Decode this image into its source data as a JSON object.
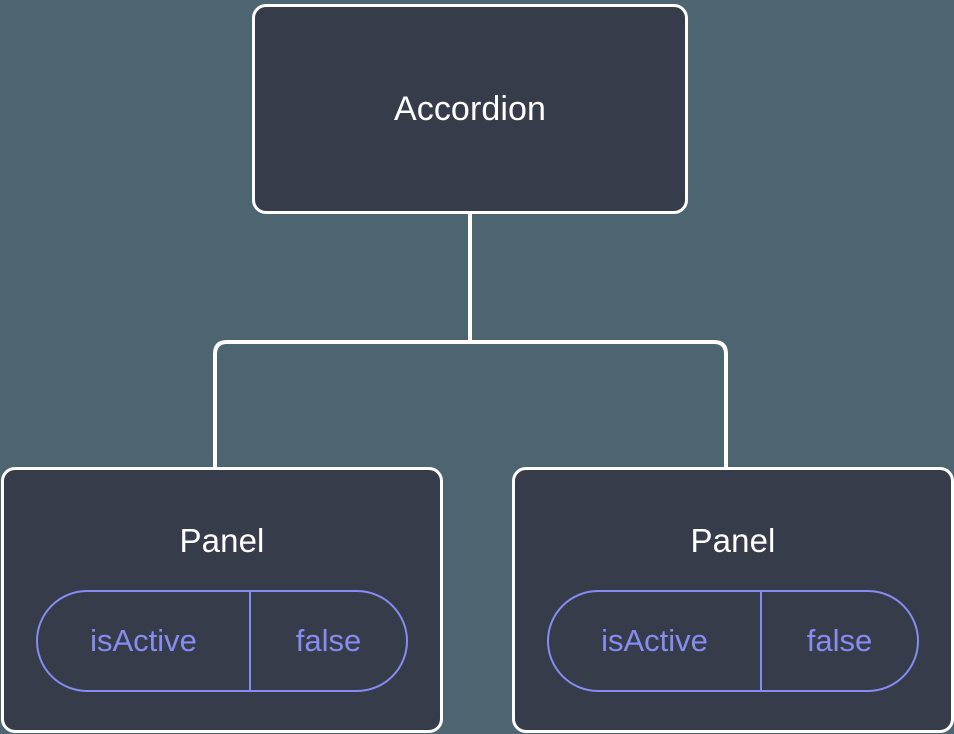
{
  "diagram": {
    "type": "component-tree",
    "background_color": "#4c6570",
    "node_fill_color": "#373c4b",
    "node_border_color": "#ffffff",
    "node_text_color": "#ffffff",
    "accent_color": "#868cf0",
    "connector_color": "#ffffff",
    "root": {
      "label": "Accordion"
    },
    "children": [
      {
        "label": "Panel",
        "state": {
          "key": "isActive",
          "value": "false"
        }
      },
      {
        "label": "Panel",
        "state": {
          "key": "isActive",
          "value": "false"
        }
      }
    ]
  }
}
